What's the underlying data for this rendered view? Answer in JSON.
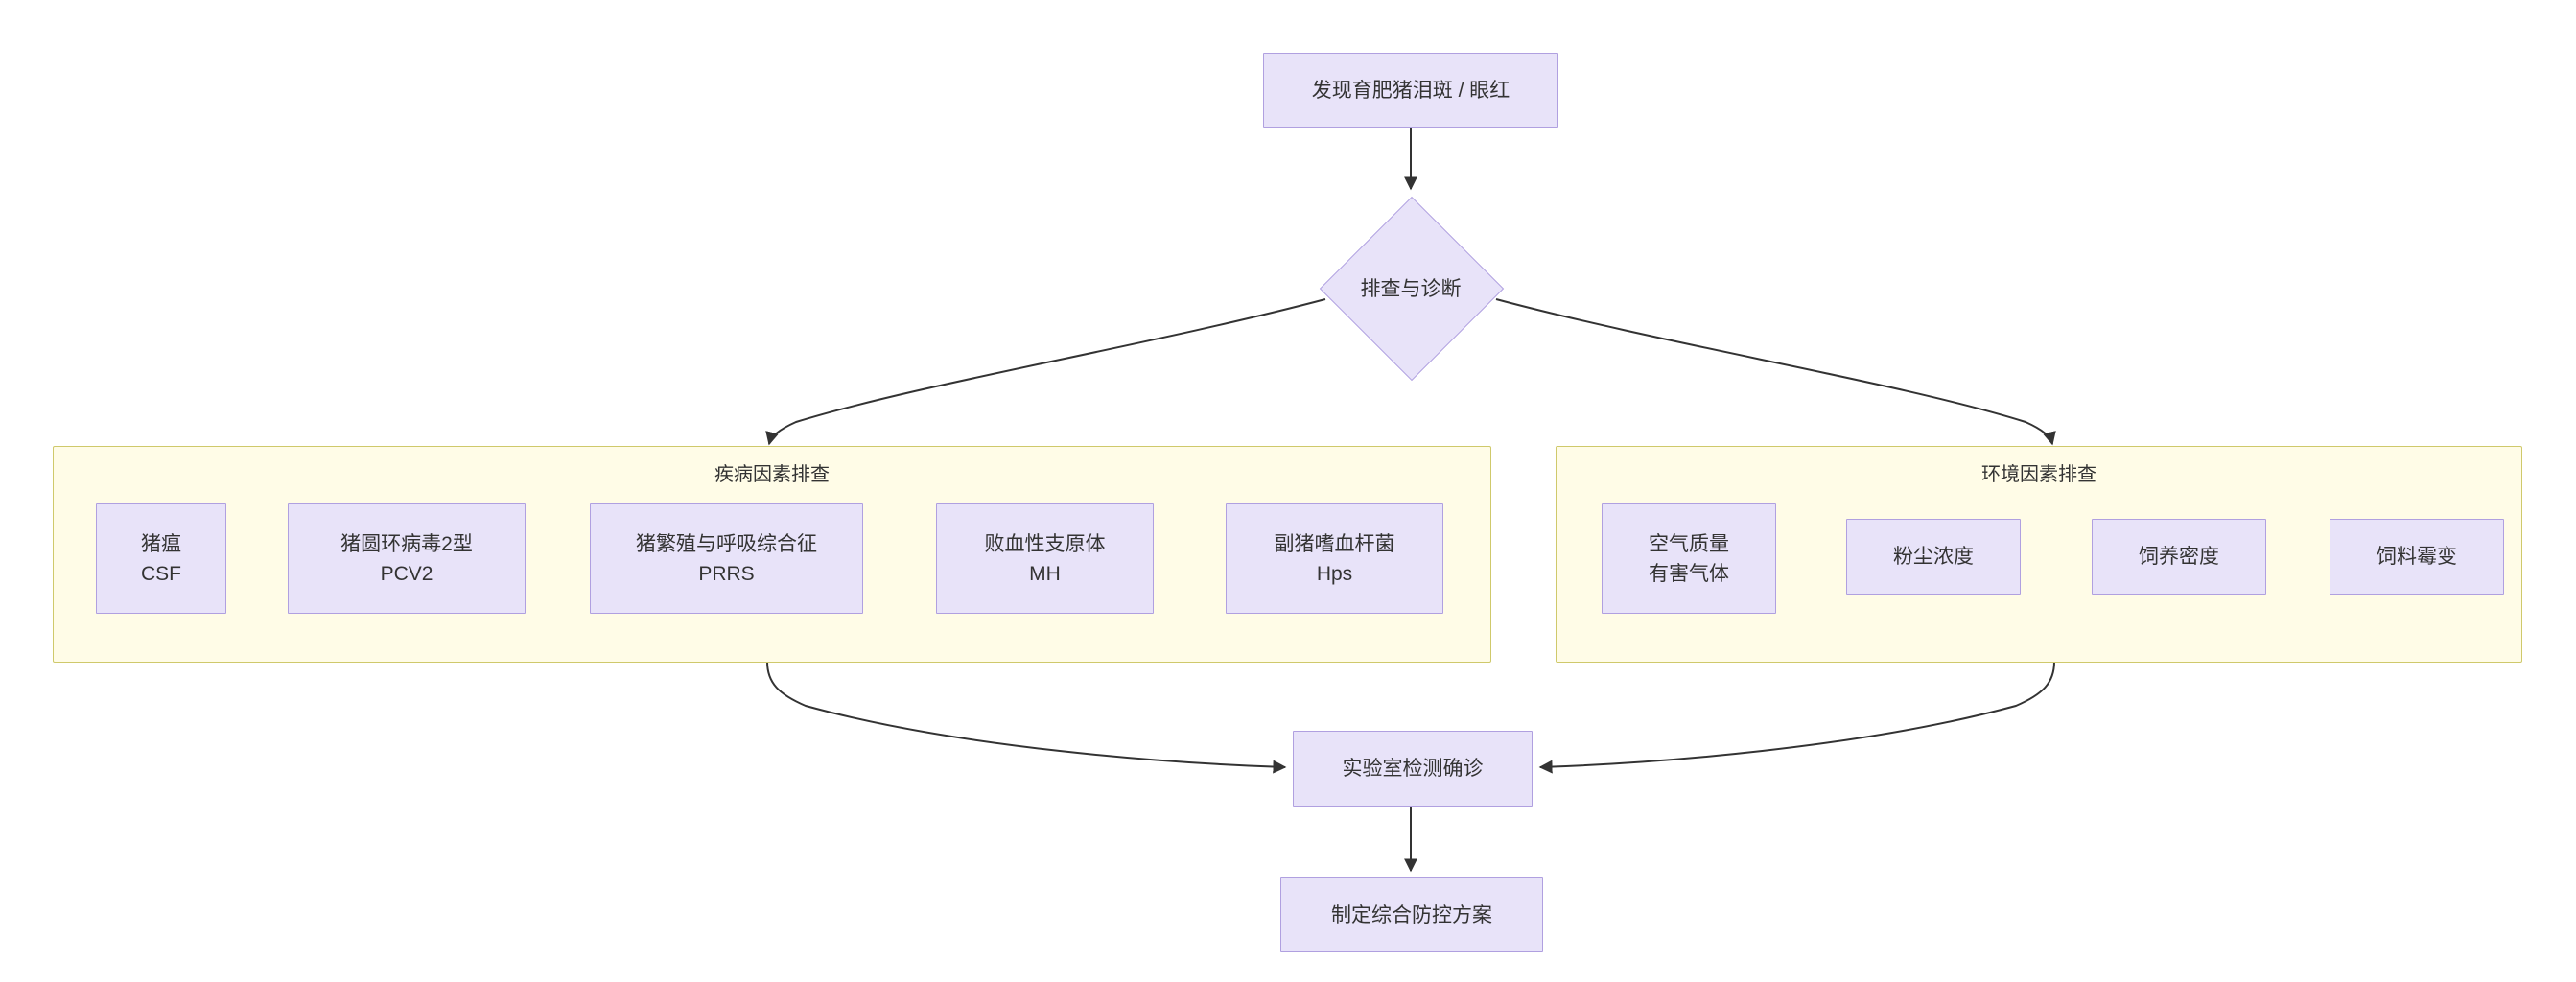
{
  "diagram": {
    "title_node": {
      "label": "发现育肥猪泪斑 / 眼红"
    },
    "decision": {
      "label": "排查与诊断"
    },
    "clusters": [
      {
        "id": "disease",
        "title": "疾病因素排查",
        "nodes": [
          {
            "id": "csf",
            "lines": [
              "猪瘟",
              "CSF"
            ]
          },
          {
            "id": "pcv2",
            "lines": [
              "猪圆环病毒2型",
              "PCV2"
            ]
          },
          {
            "id": "prrs",
            "lines": [
              "猪繁殖与呼吸综合征",
              "PRRS"
            ]
          },
          {
            "id": "mh",
            "lines": [
              "败血性支原体",
              "MH"
            ]
          },
          {
            "id": "hps",
            "lines": [
              "副猪嗜血杆菌",
              "Hps"
            ]
          }
        ]
      },
      {
        "id": "environment",
        "title": "环境因素排查",
        "nodes": [
          {
            "id": "air",
            "lines": [
              "空气质量",
              "有害气体"
            ]
          },
          {
            "id": "dust",
            "lines": [
              "粉尘浓度"
            ]
          },
          {
            "id": "density",
            "lines": [
              "饲养密度"
            ]
          },
          {
            "id": "mold",
            "lines": [
              "饲料霉变"
            ]
          }
        ]
      }
    ],
    "lab_node": {
      "label": "实验室检测确诊"
    },
    "plan_node": {
      "label": "制定综合防控方案"
    }
  },
  "colors": {
    "node_fill": "#e8e3f9",
    "node_border": "#b0a0e0",
    "cluster_fill": "#fffce7",
    "cluster_border": "#cfc96b",
    "edge": "#333333",
    "text": "#333333"
  }
}
